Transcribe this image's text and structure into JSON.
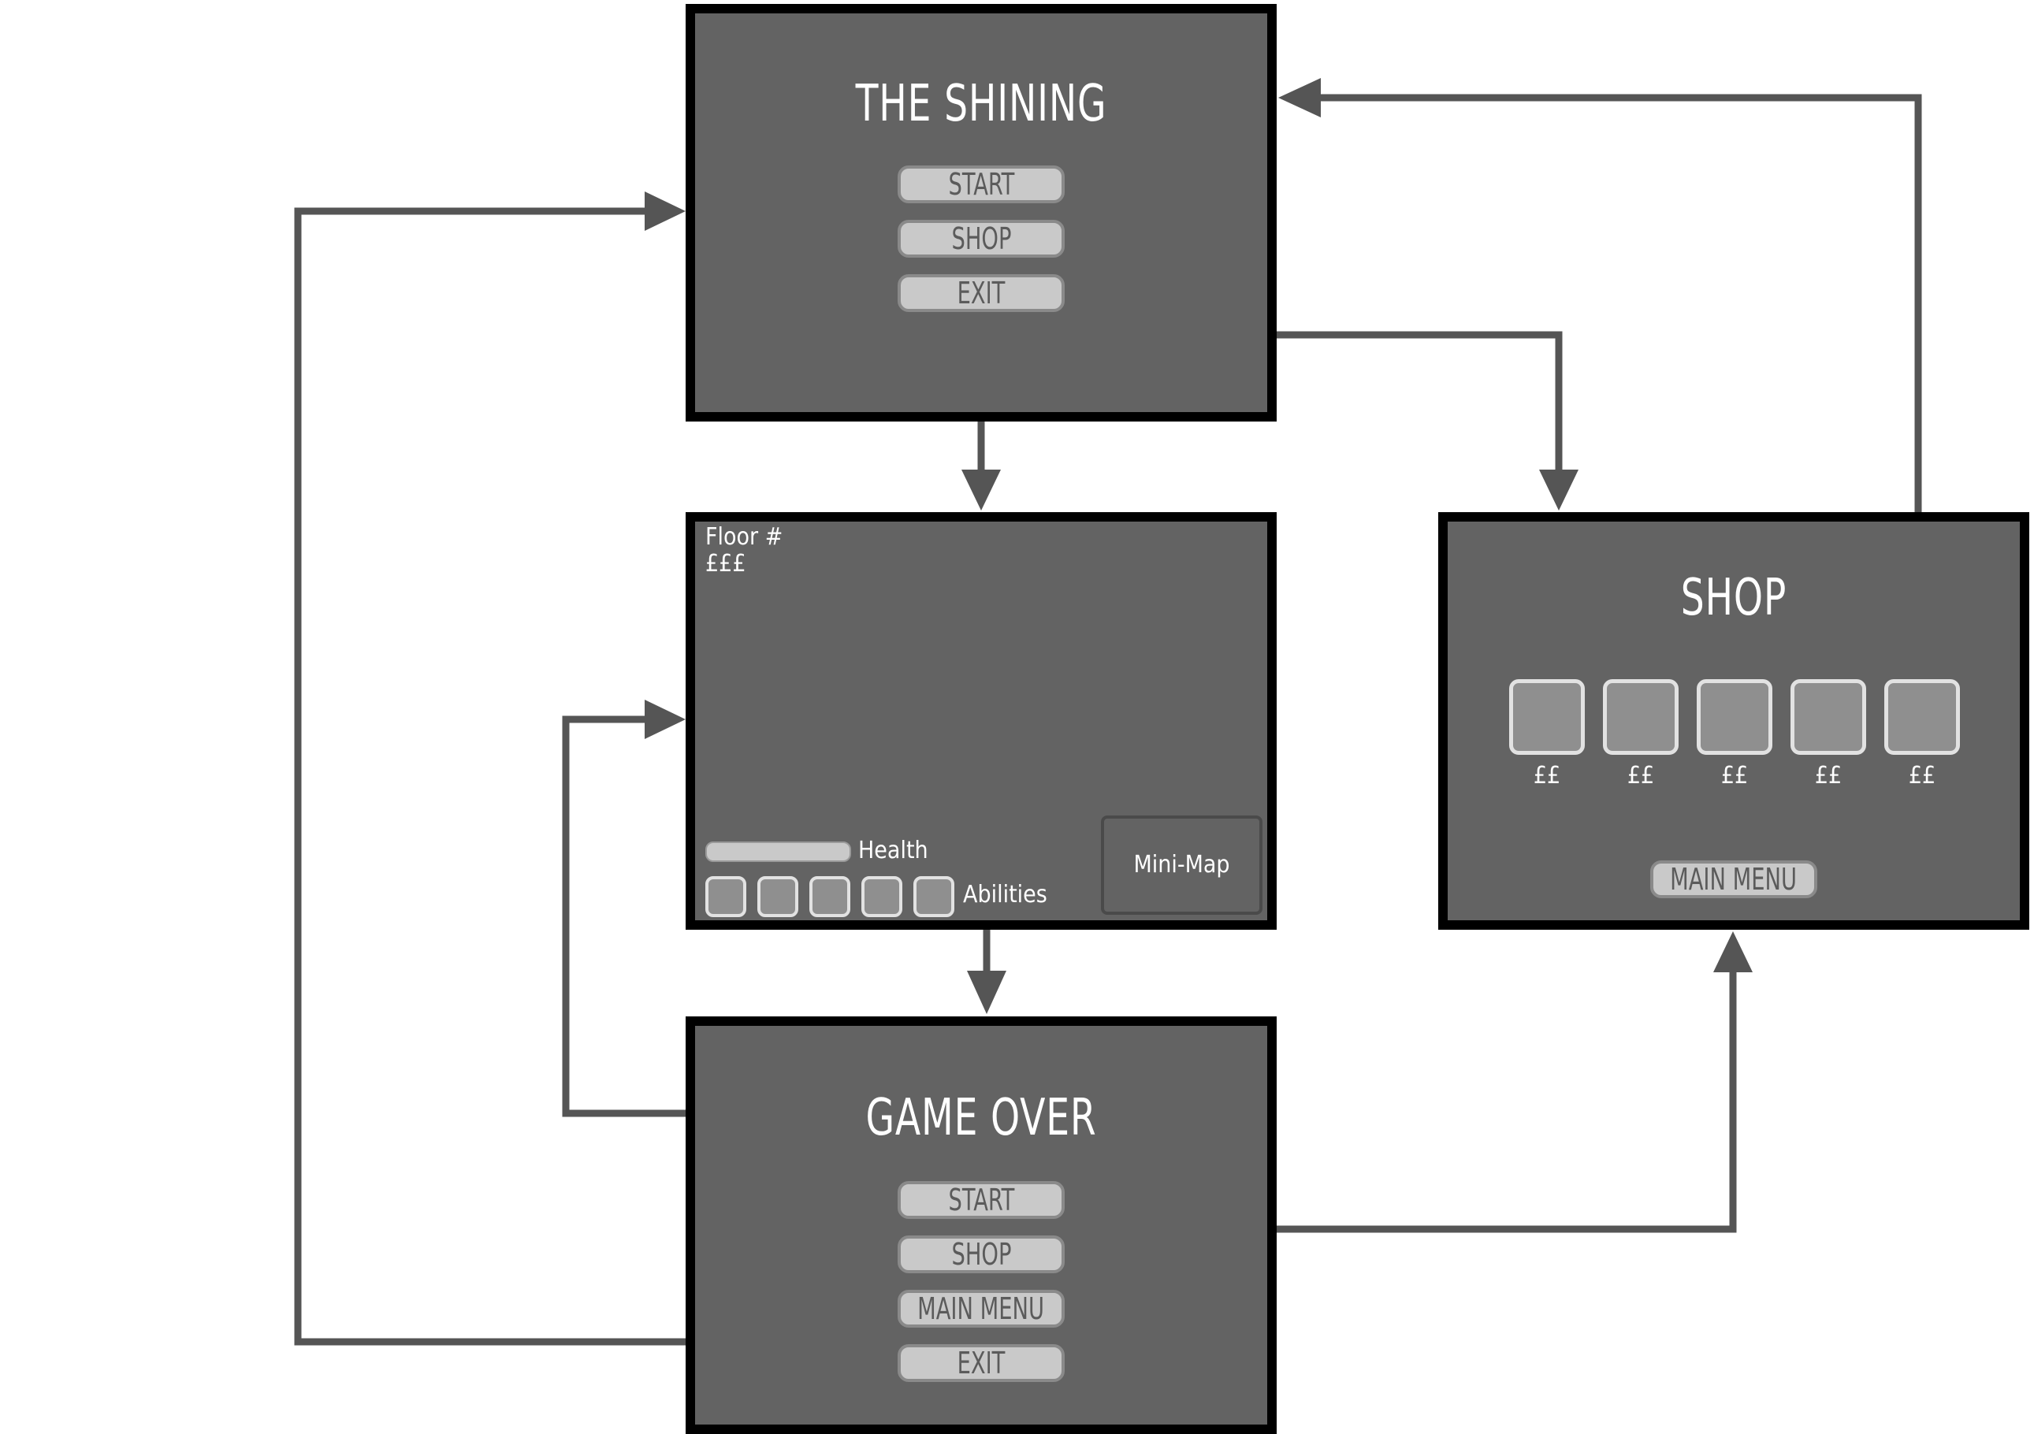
{
  "main_menu": {
    "title": "THE SHINING",
    "buttons": [
      "START",
      "SHOP",
      "EXIT"
    ]
  },
  "game_screen": {
    "floor_label": "Floor #",
    "currency_label": "£££",
    "health_label": "Health",
    "abilities_label": "Abilities",
    "ability_slot_count": 5,
    "minimap_label": "Mini-Map"
  },
  "game_over": {
    "title": "GAME OVER",
    "buttons": [
      "START",
      "SHOP",
      "MAIN MENU",
      "EXIT"
    ]
  },
  "shop": {
    "title": "SHOP",
    "prices": [
      "££",
      "££",
      "££",
      "££",
      "££"
    ],
    "main_menu_button": "MAIN MENU"
  },
  "colors": {
    "screen_fill": "#636363",
    "border": "#000000",
    "arrow": "#555555",
    "button_fill": "#c9c9c9"
  }
}
